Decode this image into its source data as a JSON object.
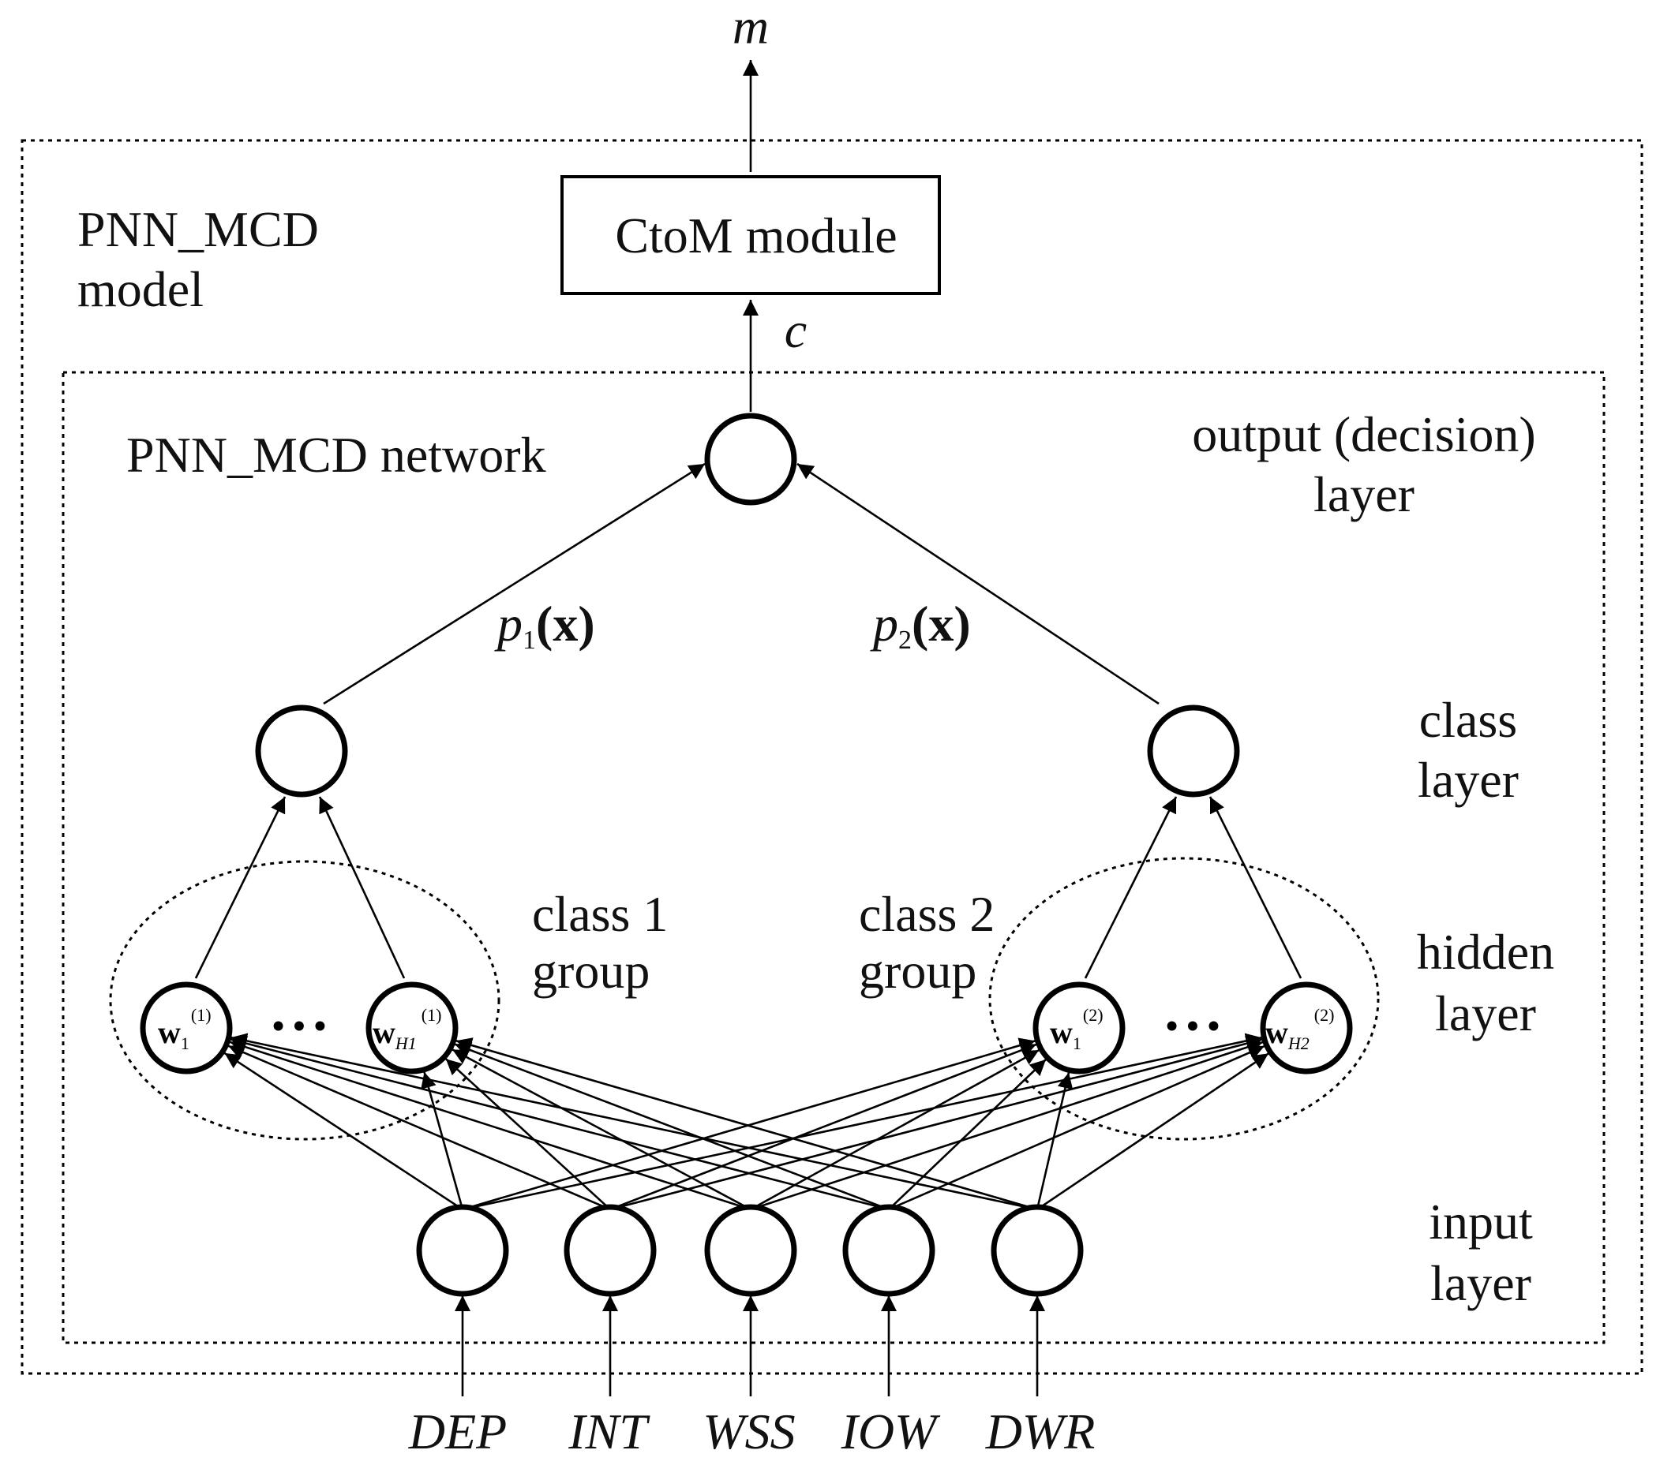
{
  "output_label": "m",
  "ctom_label": "c",
  "model": {
    "title_line1": "PNN_MCD",
    "title_line2": "model",
    "module_label": "CtoM module"
  },
  "network": {
    "title": "PNN_MCD network"
  },
  "layers": {
    "output_line1": "output (decision)",
    "output_line2": "layer",
    "class_line1": "class",
    "class_line2": "layer",
    "hidden_line1": "hidden",
    "hidden_line2": "layer",
    "input_line1": "input",
    "input_line2": "layer"
  },
  "probabilities": {
    "p1": {
      "p": "p",
      "sub": "1",
      "arg": "(x)"
    },
    "p2": {
      "p": "p",
      "sub": "2",
      "arg": "(x)"
    }
  },
  "groups": {
    "class1_line1": "class 1",
    "class1_line2": "group",
    "class2_line1": "class 2",
    "class2_line2": "group"
  },
  "hidden_nodes": [
    {
      "w": "w",
      "sub": "1",
      "sup": "(1)"
    },
    {
      "w": "w",
      "sub": "H1",
      "sup": "(1)"
    },
    {
      "w": "w",
      "sub": "1",
      "sup": "(2)"
    },
    {
      "w": "w",
      "sub": "H2",
      "sup": "(2)"
    }
  ],
  "ellipsis": "• • •",
  "inputs": [
    "DEP",
    "INT",
    "WSS",
    "IOW",
    "DWR"
  ]
}
